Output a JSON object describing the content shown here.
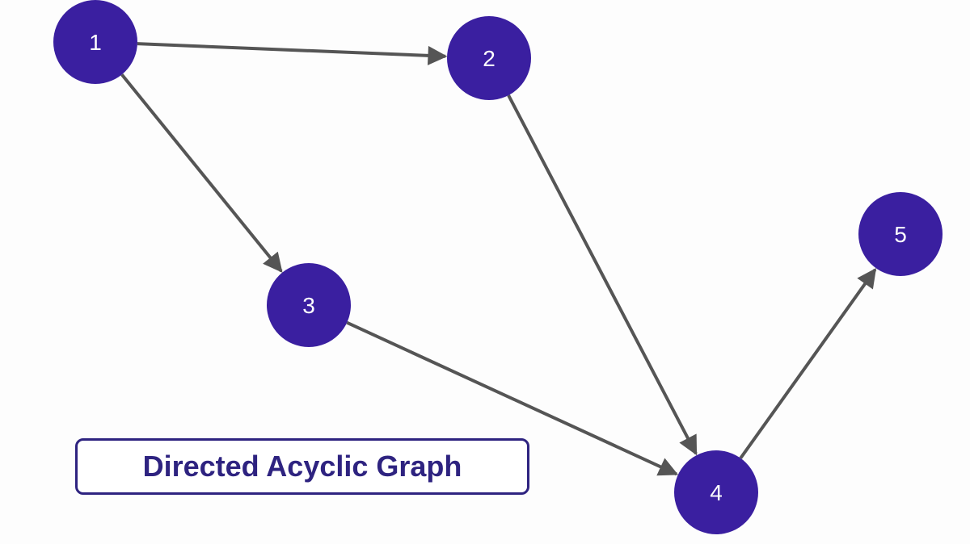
{
  "colors": {
    "node": "#3a1fa0",
    "node_text": "#ffffff",
    "edge": "#555555",
    "title": "#2e2380"
  },
  "nodes": [
    {
      "id": "1",
      "label": "1"
    },
    {
      "id": "2",
      "label": "2"
    },
    {
      "id": "3",
      "label": "3"
    },
    {
      "id": "4",
      "label": "4"
    },
    {
      "id": "5",
      "label": "5"
    }
  ],
  "edges": [
    {
      "from": "1",
      "to": "2"
    },
    {
      "from": "1",
      "to": "3"
    },
    {
      "from": "2",
      "to": "4"
    },
    {
      "from": "3",
      "to": "4"
    },
    {
      "from": "4",
      "to": "5"
    }
  ],
  "title": "Directed Acyclic Graph"
}
